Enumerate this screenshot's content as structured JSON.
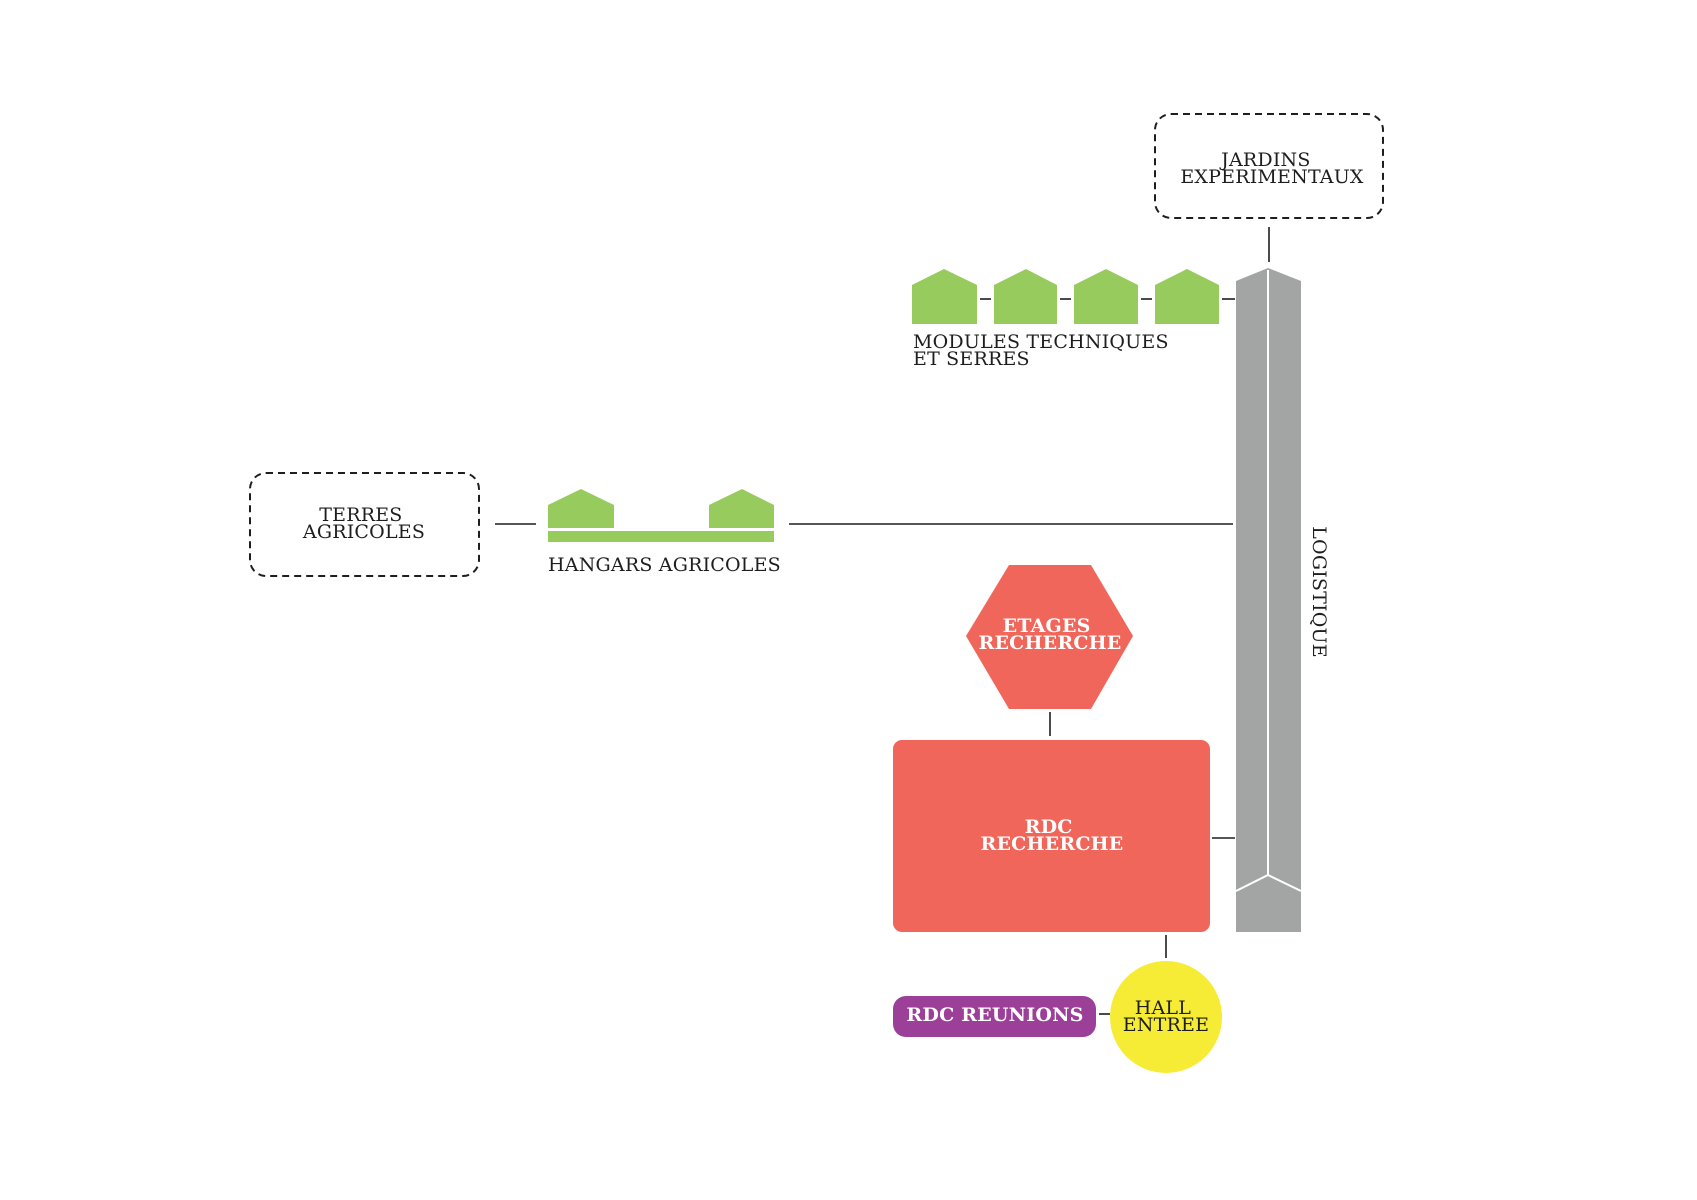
{
  "nodes": {
    "jardins": {
      "lines": [
        "JARDINS",
        "EXPERIMENTAUX"
      ]
    },
    "modules": {
      "lines": [
        "MODULES TECHNIQUES",
        "ET SERRES"
      ]
    },
    "terres": {
      "lines": [
        "TERRES",
        "AGRICOLES"
      ]
    },
    "hangars": {
      "lines": [
        "HANGARS AGRICOLES"
      ]
    },
    "logistique": {
      "label": "LOGISTIQUE"
    },
    "etages": {
      "lines": [
        "ETAGES",
        "RECHERCHE"
      ]
    },
    "rdc_recherche": {
      "lines": [
        "RDC",
        "RECHERCHE"
      ]
    },
    "rdc_reunions": {
      "label": "RDC REUNIONS"
    },
    "hall": {
      "lines": [
        "HALL",
        "ENTREE"
      ]
    }
  },
  "colors": {
    "green": "#98cb5e",
    "coral": "#f0665a",
    "purple": "#9c3f99",
    "yellow": "#f6ec36",
    "grey": "#a3a5a4",
    "line": "#1e1e1e",
    "dashed_border": "#1e1e1e"
  }
}
